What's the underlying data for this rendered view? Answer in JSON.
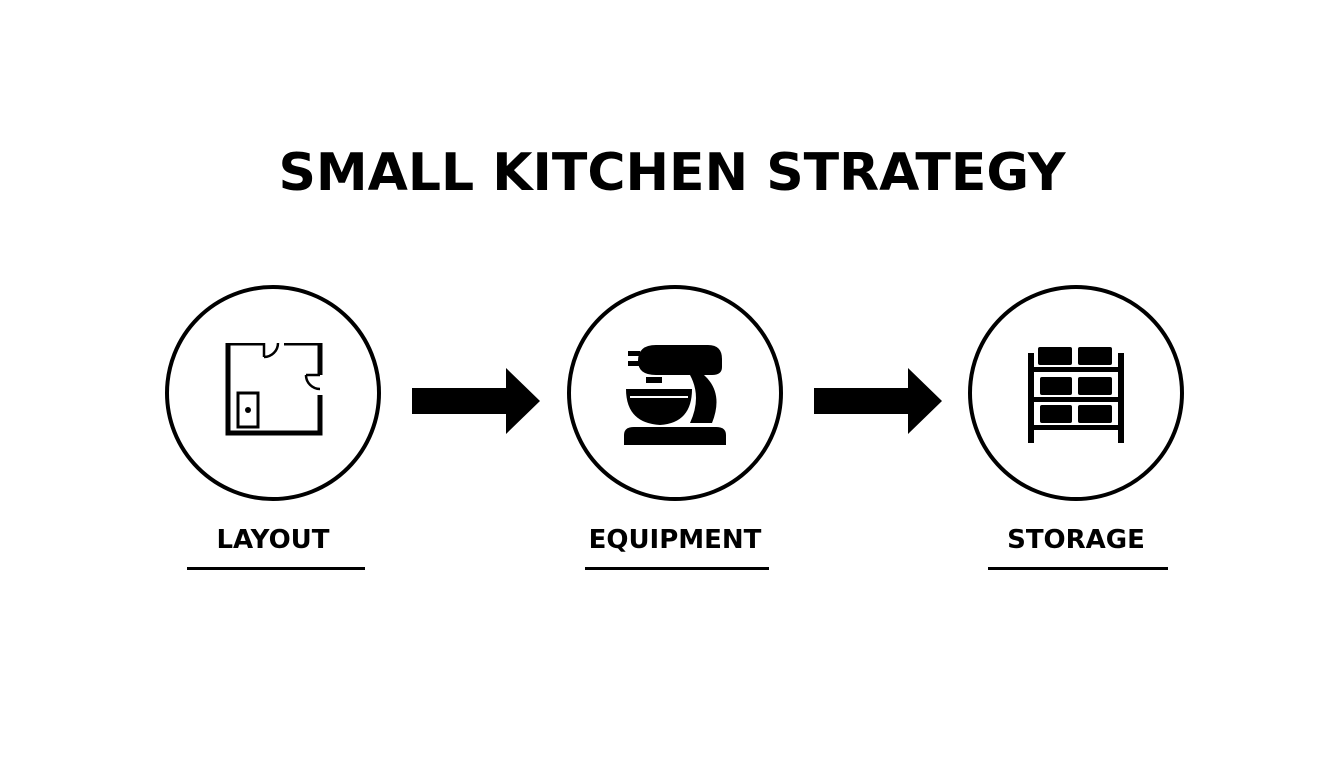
{
  "title": "SMALL KITCHEN STRATEGY",
  "steps": [
    {
      "label": "LAYOUT",
      "icon": "floor-plan-icon"
    },
    {
      "label": "EQUIPMENT",
      "icon": "stand-mixer-icon"
    },
    {
      "label": "STORAGE",
      "icon": "storage-shelf-icon"
    }
  ],
  "colors": {
    "ink": "#000000",
    "background": "#ffffff"
  }
}
